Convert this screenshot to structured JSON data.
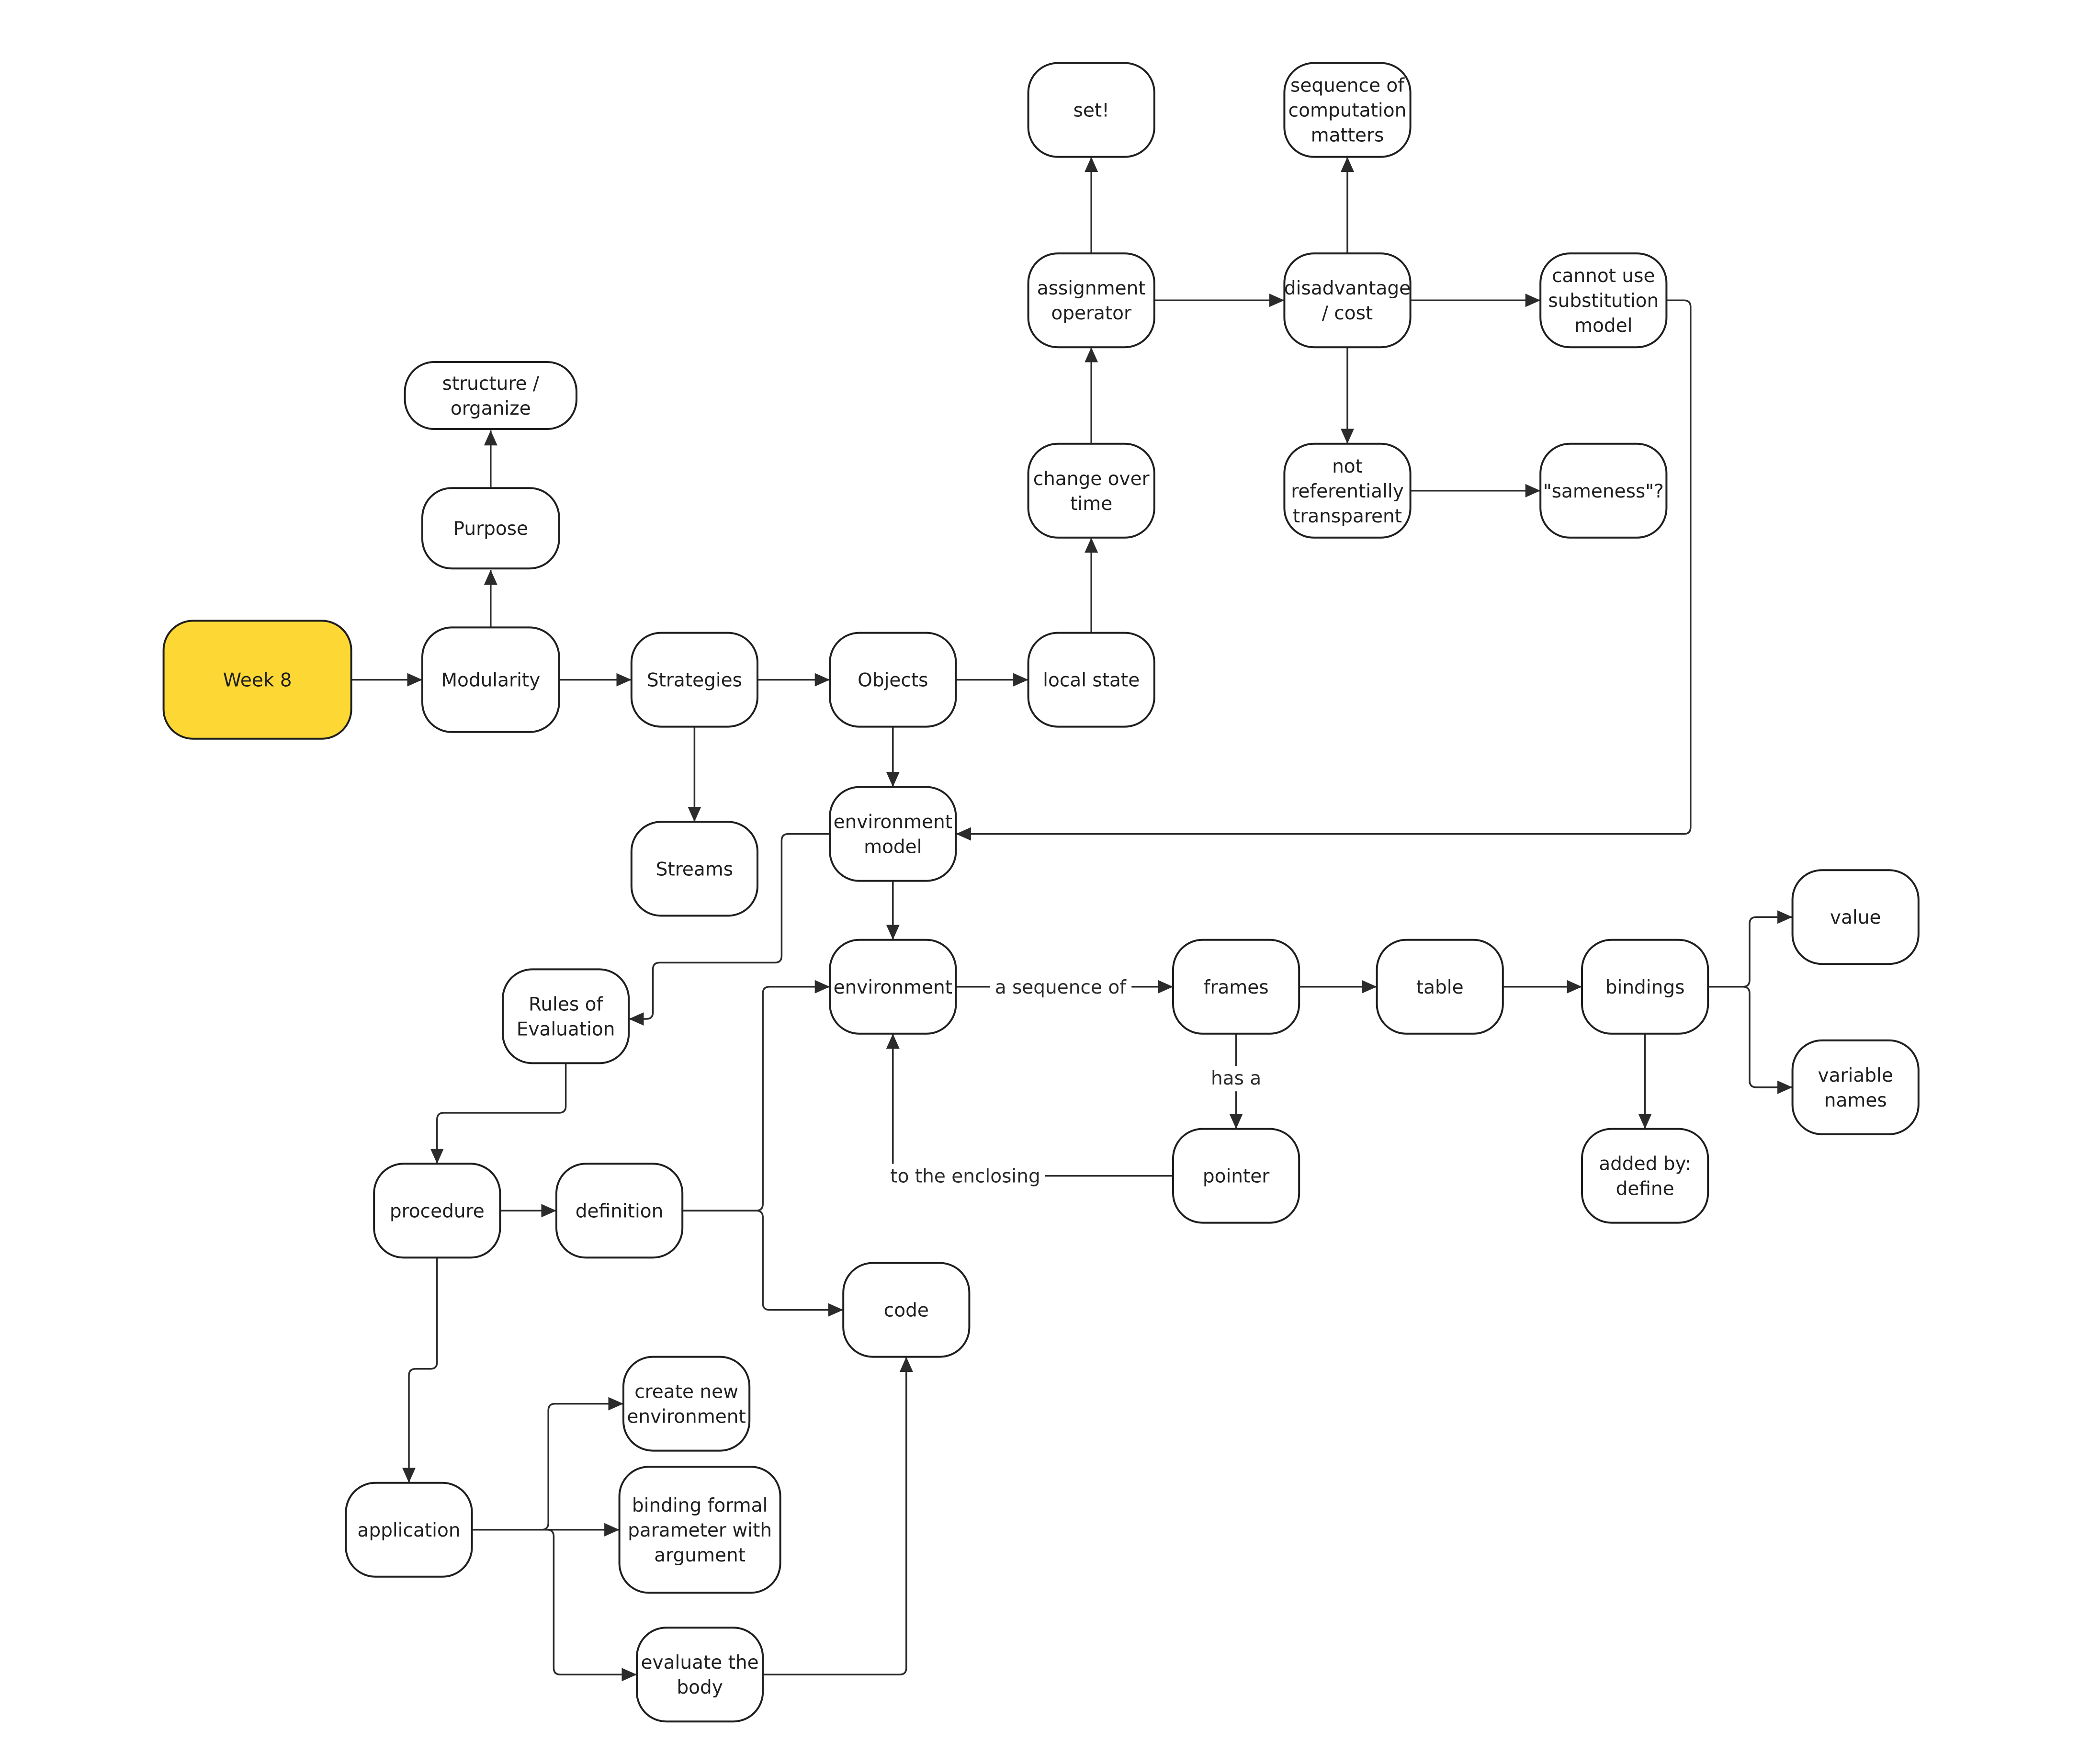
{
  "nodes": [
    {
      "id": "week8",
      "lines": [
        "Week 8"
      ],
      "root": true
    },
    {
      "id": "modularity",
      "lines": [
        "Modularity"
      ]
    },
    {
      "id": "purpose",
      "lines": [
        "Purpose"
      ]
    },
    {
      "id": "structure",
      "lines": [
        "structure /",
        "organize"
      ]
    },
    {
      "id": "strategies",
      "lines": [
        "Strategies"
      ]
    },
    {
      "id": "streams",
      "lines": [
        "Streams"
      ]
    },
    {
      "id": "objects",
      "lines": [
        "Objects"
      ]
    },
    {
      "id": "localstate",
      "lines": [
        "local state"
      ]
    },
    {
      "id": "change",
      "lines": [
        "change over",
        "time"
      ]
    },
    {
      "id": "assignment",
      "lines": [
        "assignment",
        "operator"
      ]
    },
    {
      "id": "set",
      "lines": [
        "set!"
      ]
    },
    {
      "id": "disadvantage",
      "lines": [
        "disadvantage",
        "/ cost"
      ]
    },
    {
      "id": "sequence",
      "lines": [
        "sequence of",
        "computation",
        "matters"
      ]
    },
    {
      "id": "notref",
      "lines": [
        "not",
        "referentially",
        "transparent"
      ]
    },
    {
      "id": "sameness",
      "lines": [
        "\"sameness\"?"
      ]
    },
    {
      "id": "cannot",
      "lines": [
        "cannot use",
        "substitution",
        "model"
      ]
    },
    {
      "id": "envmodel",
      "lines": [
        "environment",
        "model"
      ]
    },
    {
      "id": "rules",
      "lines": [
        "Rules of",
        "Evaluation"
      ]
    },
    {
      "id": "environment",
      "lines": [
        "environment"
      ]
    },
    {
      "id": "frames",
      "lines": [
        "frames"
      ]
    },
    {
      "id": "table",
      "lines": [
        "table"
      ]
    },
    {
      "id": "bindings",
      "lines": [
        "bindings"
      ]
    },
    {
      "id": "value",
      "lines": [
        "value"
      ]
    },
    {
      "id": "varnames",
      "lines": [
        "variable",
        "names"
      ]
    },
    {
      "id": "added",
      "lines": [
        "added by:",
        "define"
      ]
    },
    {
      "id": "pointer",
      "lines": [
        "pointer"
      ]
    },
    {
      "id": "procedure",
      "lines": [
        "procedure"
      ]
    },
    {
      "id": "definition",
      "lines": [
        "definition"
      ]
    },
    {
      "id": "code",
      "lines": [
        "code"
      ]
    },
    {
      "id": "application",
      "lines": [
        "application"
      ]
    },
    {
      "id": "createenv",
      "lines": [
        "create new",
        "environment"
      ]
    },
    {
      "id": "binding",
      "lines": [
        "binding formal",
        "parameter with",
        "argument"
      ]
    },
    {
      "id": "evalbody",
      "lines": [
        "evaluate the",
        "body"
      ]
    }
  ],
  "edges": [
    {
      "from": "week8",
      "to": "modularity"
    },
    {
      "from": "modularity",
      "to": "purpose"
    },
    {
      "from": "purpose",
      "to": "structure"
    },
    {
      "from": "modularity",
      "to": "strategies"
    },
    {
      "from": "strategies",
      "to": "streams"
    },
    {
      "from": "strategies",
      "to": "objects"
    },
    {
      "from": "objects",
      "to": "localstate"
    },
    {
      "from": "localstate",
      "to": "change"
    },
    {
      "from": "change",
      "to": "assignment"
    },
    {
      "from": "assignment",
      "to": "set"
    },
    {
      "from": "assignment",
      "to": "disadvantage"
    },
    {
      "from": "disadvantage",
      "to": "sequence"
    },
    {
      "from": "disadvantage",
      "to": "notref"
    },
    {
      "from": "notref",
      "to": "sameness"
    },
    {
      "from": "disadvantage",
      "to": "cannot"
    },
    {
      "from": "cannot",
      "to": "envmodel"
    },
    {
      "from": "objects",
      "to": "envmodel"
    },
    {
      "from": "envmodel",
      "to": "environment"
    },
    {
      "from": "envmodel",
      "to": "rules"
    },
    {
      "from": "environment",
      "to": "frames",
      "label": "a sequence of"
    },
    {
      "from": "frames",
      "to": "table"
    },
    {
      "from": "table",
      "to": "bindings"
    },
    {
      "from": "bindings",
      "to": "value"
    },
    {
      "from": "bindings",
      "to": "varnames"
    },
    {
      "from": "bindings",
      "to": "added"
    },
    {
      "from": "frames",
      "to": "pointer",
      "label": "has a"
    },
    {
      "from": "pointer",
      "to": "environment",
      "label": "to the enclosing"
    },
    {
      "from": "rules",
      "to": "procedure"
    },
    {
      "from": "procedure",
      "to": "definition"
    },
    {
      "from": "definition",
      "to": "environment"
    },
    {
      "from": "definition",
      "to": "code"
    },
    {
      "from": "procedure",
      "to": "application"
    },
    {
      "from": "application",
      "to": "createenv"
    },
    {
      "from": "application",
      "to": "binding"
    },
    {
      "from": "application",
      "to": "evalbody"
    },
    {
      "from": "evalbody",
      "to": "code"
    }
  ]
}
